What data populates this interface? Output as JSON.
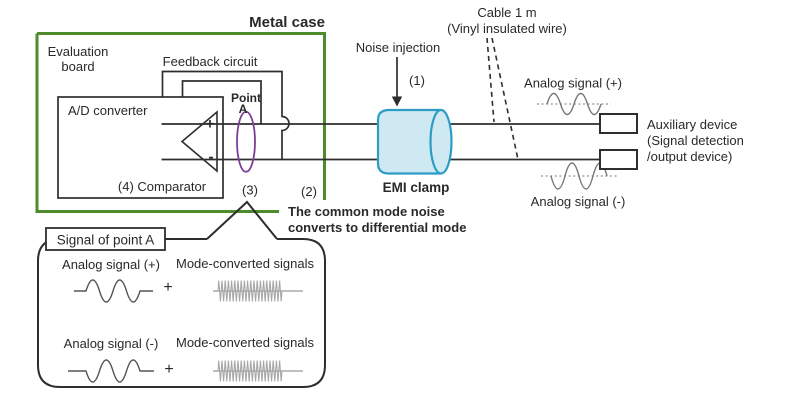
{
  "colors": {
    "green": "#4d8b2d",
    "purple": "#7d3e99",
    "teal": "#1596b6",
    "clamp_fill": "#cfe9f2",
    "clamp_stroke": "#2b9dc4",
    "red": "#e11a2c"
  },
  "labels": {
    "metal_case": "Metal case",
    "evaluation_line1": "Evaluation",
    "evaluation_line2": "board",
    "feedback": "Feedback circuit",
    "ad_converter": "A/D converter",
    "comparator": "(4) Comparator",
    "plus_input": "+",
    "minus_input": "-",
    "point_line1": "Point",
    "point_line2": "A",
    "num1": "(1)",
    "num2": "(2)",
    "num3": "(3)",
    "noise_injection": "Noise injection",
    "cable_line1": "Cable 1 m",
    "cable_line2": "(Vinyl insulated wire)",
    "emi_clamp": "EMI clamp",
    "analog_plus": "Analog signal (+)",
    "analog_minus": "Analog signal (-)",
    "aux_line1": "Auxiliary device",
    "aux_line2": "(Signal detection",
    "aux_line3": "/output device)",
    "note_line1": "The common mode noise",
    "note_line2": "converts to differential mode"
  },
  "callout": {
    "title": "Signal of point A",
    "rows": [
      {
        "label": "Analog signal (+)",
        "plus": "+",
        "mode": "Mode-converted signals"
      },
      {
        "label": "Analog signal (-)",
        "plus": "+",
        "mode": "Mode-converted signals"
      }
    ]
  }
}
